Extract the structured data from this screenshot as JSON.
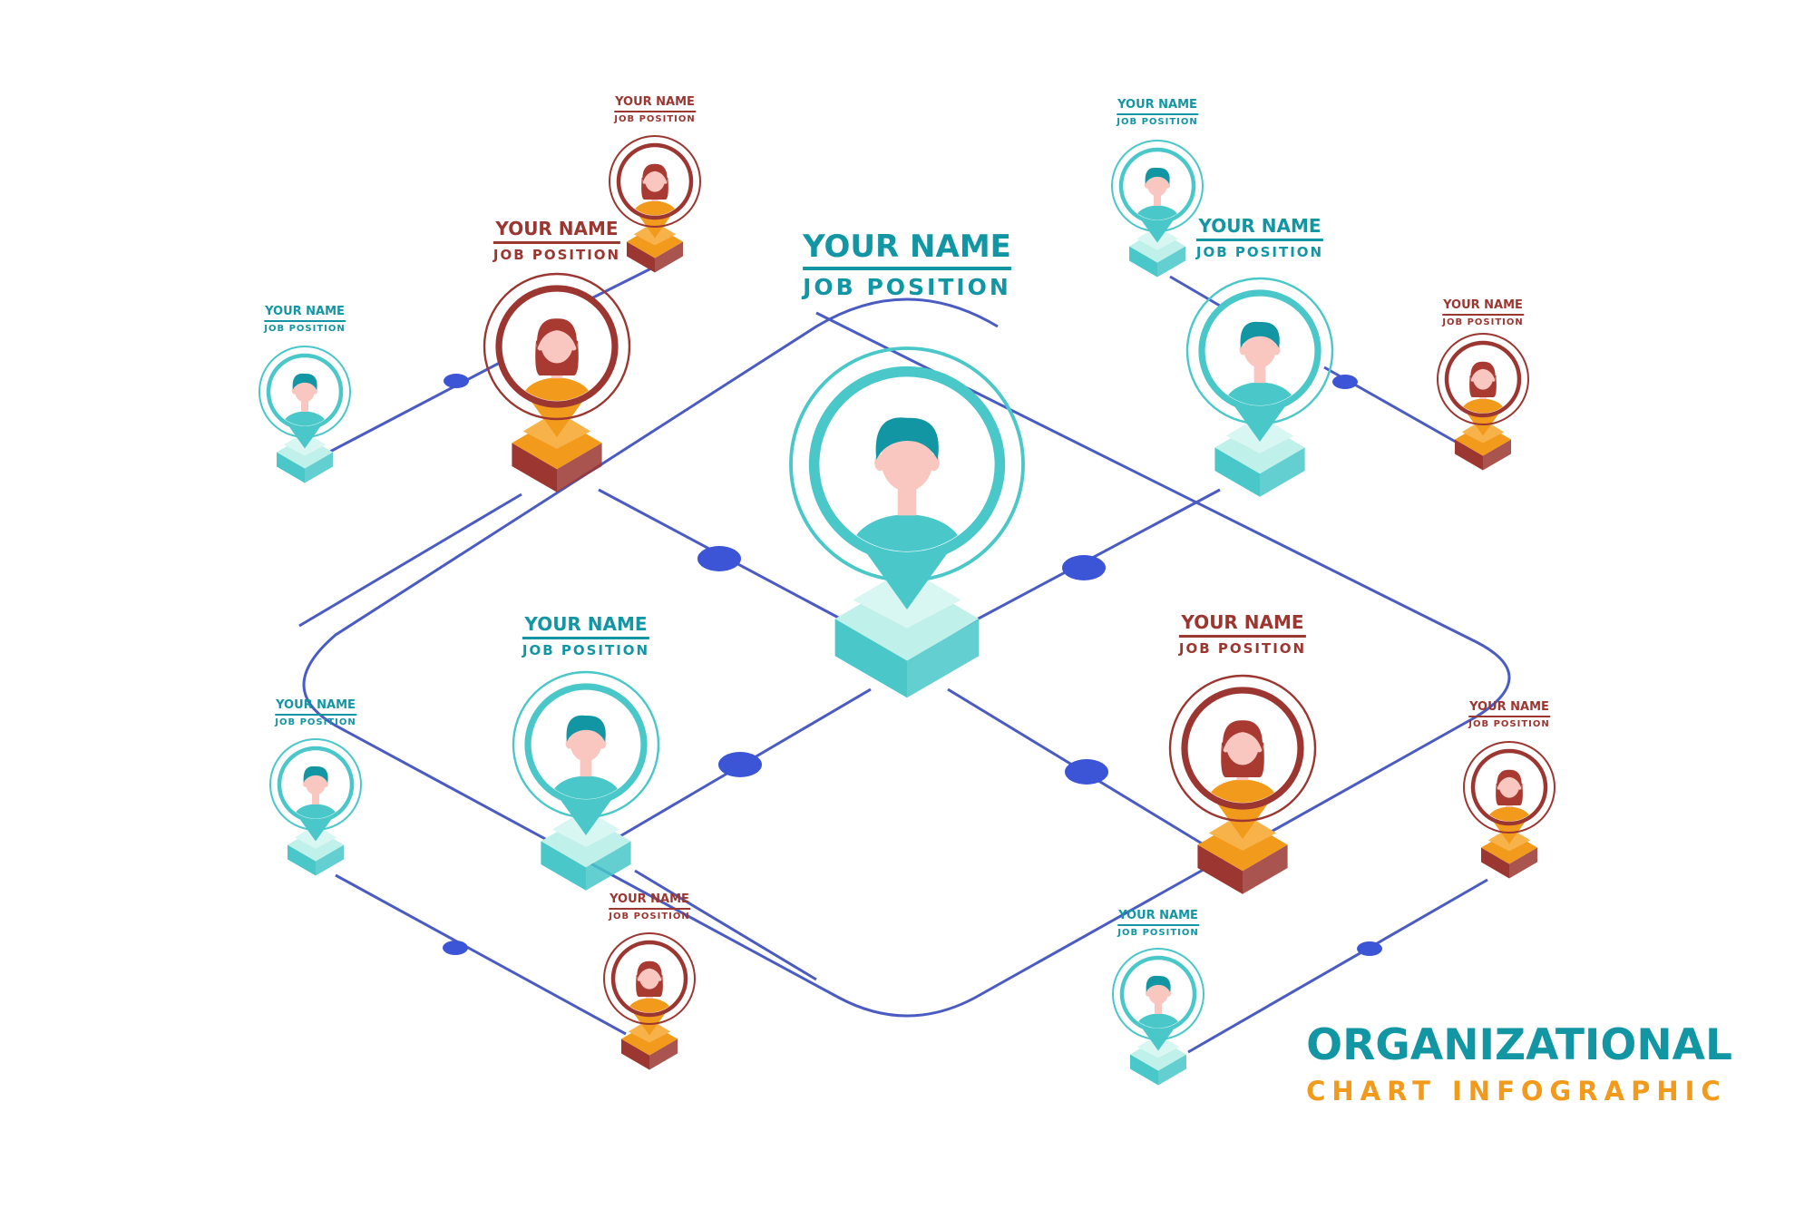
{
  "title": "ORGANIZATIONAL",
  "subtitle": "CHART INFOGRAPHIC",
  "colors": {
    "line": "#4a5bc2",
    "dot": "#3c55d6",
    "teal": "#1296a4",
    "teal_light": "#49c7c9",
    "teal_pale": "#bff0ea",
    "brown": "#9b3630",
    "orange": "#f29a1c",
    "skin": "#f9c6c0",
    "hair_teal": "#1296a4",
    "hair_brown": "#a83a32"
  },
  "nodes": [
    {
      "id": "center",
      "variant": "teal",
      "size": "xl",
      "label": {
        "name": "YOUR NAME",
        "position": "JOB POSITION"
      }
    },
    {
      "id": "ul-big",
      "variant": "brown",
      "size": "lg",
      "label": {
        "name": "YOUR NAME",
        "position": "JOB POSITION"
      }
    },
    {
      "id": "ul-top",
      "variant": "brown",
      "size": "sm",
      "label": {
        "name": "YOUR NAME",
        "position": "JOB POSITION"
      }
    },
    {
      "id": "ul-left",
      "variant": "teal",
      "size": "sm",
      "label": {
        "name": "YOUR NAME",
        "position": "JOB POSITION"
      }
    },
    {
      "id": "ur-big",
      "variant": "teal",
      "size": "lg",
      "label": {
        "name": "YOUR NAME",
        "position": "JOB POSITION"
      }
    },
    {
      "id": "ur-top",
      "variant": "teal",
      "size": "sm",
      "label": {
        "name": "YOUR NAME",
        "position": "JOB POSITION"
      }
    },
    {
      "id": "ur-right",
      "variant": "brown",
      "size": "sm",
      "label": {
        "name": "YOUR NAME",
        "position": "JOB POSITION"
      }
    },
    {
      "id": "ll-big",
      "variant": "teal",
      "size": "lg",
      "label": {
        "name": "YOUR NAME",
        "position": "JOB POSITION"
      }
    },
    {
      "id": "ll-left",
      "variant": "teal",
      "size": "sm",
      "label": {
        "name": "YOUR NAME",
        "position": "JOB POSITION"
      }
    },
    {
      "id": "ll-bottom",
      "variant": "brown",
      "size": "sm",
      "label": {
        "name": "YOUR NAME",
        "position": "JOB POSITION"
      }
    },
    {
      "id": "lr-big",
      "variant": "brown",
      "size": "lg",
      "label": {
        "name": "YOUR NAME",
        "position": "JOB POSITION"
      }
    },
    {
      "id": "lr-right",
      "variant": "brown",
      "size": "sm",
      "label": {
        "name": "YOUR NAME",
        "position": "JOB POSITION"
      }
    },
    {
      "id": "lr-bottom",
      "variant": "teal",
      "size": "sm",
      "label": {
        "name": "YOUR NAME",
        "position": "JOB POSITION"
      }
    }
  ]
}
